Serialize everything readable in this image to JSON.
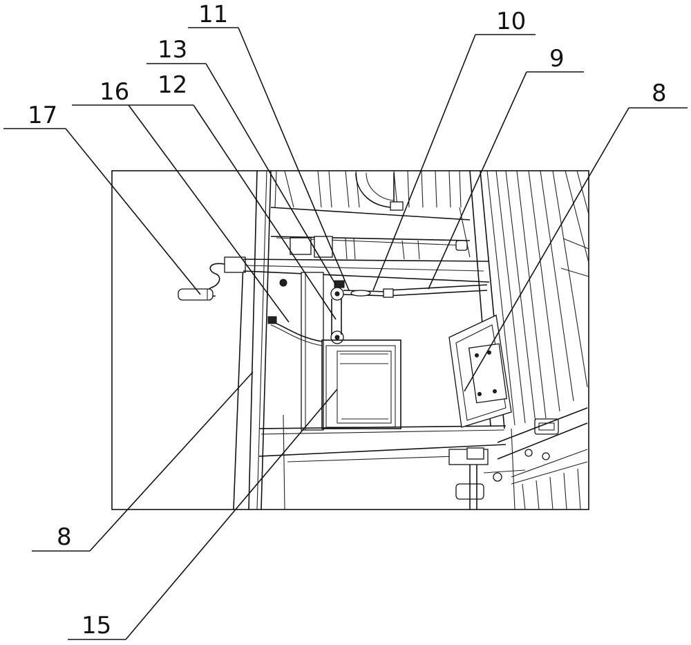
{
  "figure": {
    "callouts": [
      {
        "id": "c11",
        "label": "11"
      },
      {
        "id": "c10",
        "label": "10"
      },
      {
        "id": "c13",
        "label": "13"
      },
      {
        "id": "c9",
        "label": "9"
      },
      {
        "id": "c16",
        "label": "16"
      },
      {
        "id": "c12",
        "label": "12"
      },
      {
        "id": "c8a",
        "label": "8"
      },
      {
        "id": "c17",
        "label": "17"
      },
      {
        "id": "c8b",
        "label": "8"
      },
      {
        "id": "c15",
        "label": "15"
      }
    ]
  }
}
